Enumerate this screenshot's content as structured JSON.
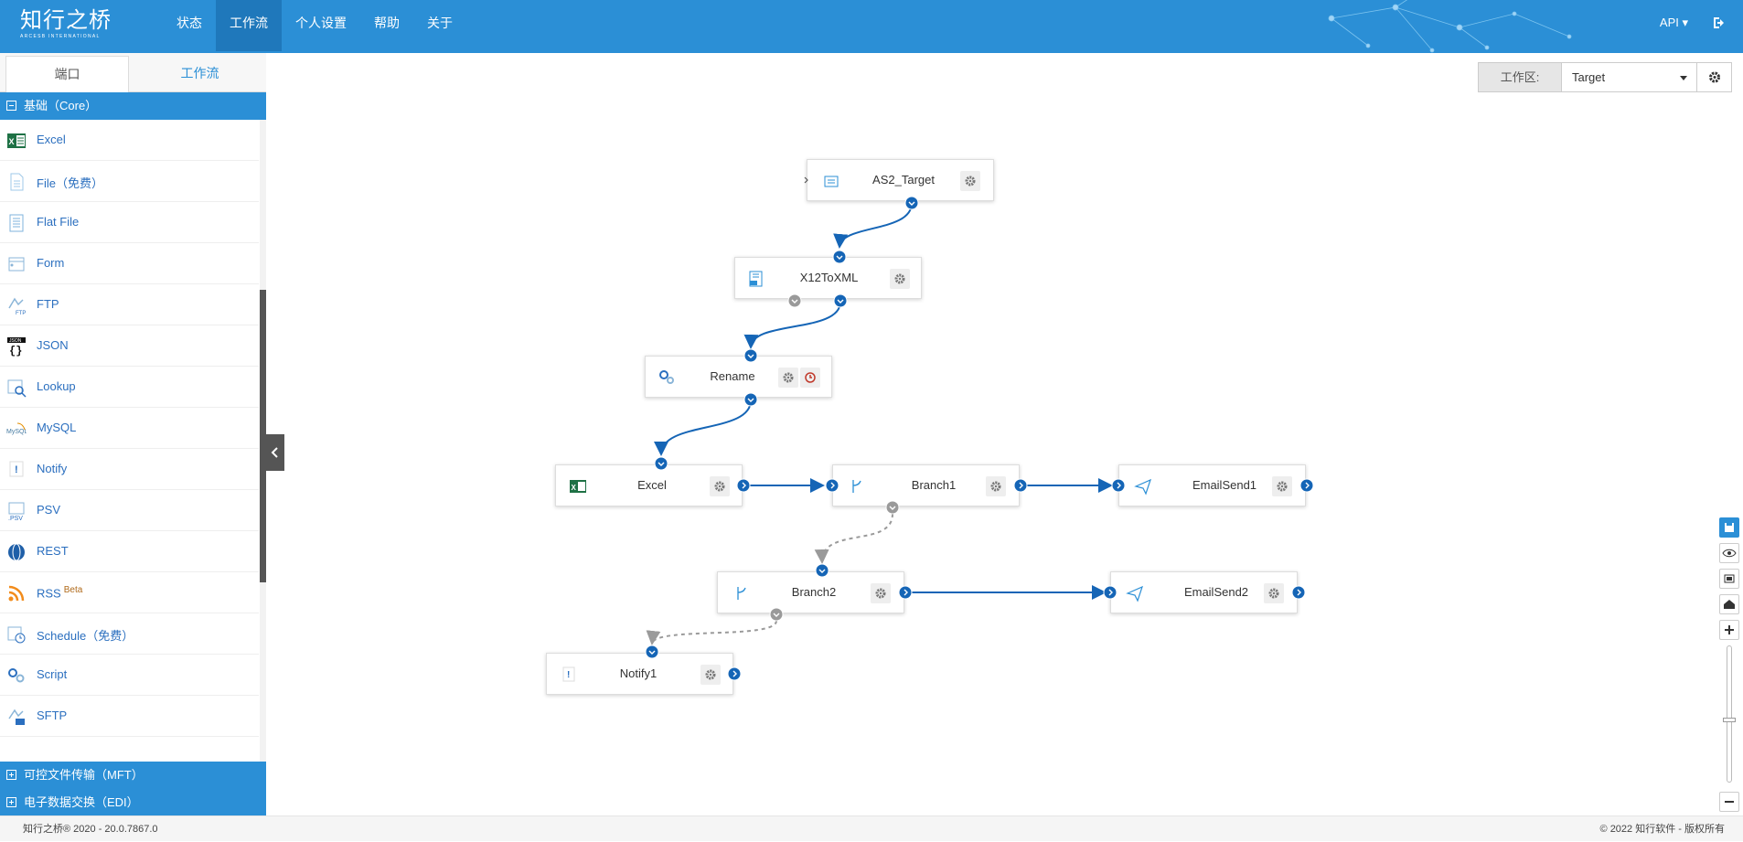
{
  "header": {
    "brand": "知行之桥",
    "brand_sub": "ARCESB INTERNATIONAL",
    "nav": [
      "状态",
      "工作流",
      "个人设置",
      "帮助",
      "关于"
    ],
    "active_nav": "工作流",
    "api_label": "API ▾"
  },
  "sidebar": {
    "tabs": [
      "端口",
      "工作流"
    ],
    "core_category": "基础（Core）",
    "connectors": [
      {
        "label": "Excel",
        "icon": "excel-icon"
      },
      {
        "label": "File（免费）",
        "icon": "file-icon"
      },
      {
        "label": "Flat File",
        "icon": "flat-file-icon"
      },
      {
        "label": "Form",
        "icon": "form-icon"
      },
      {
        "label": "FTP",
        "icon": "ftp-icon"
      },
      {
        "label": "JSON",
        "icon": "json-icon"
      },
      {
        "label": "Lookup",
        "icon": "lookup-icon"
      },
      {
        "label": "MySQL",
        "icon": "mysql-icon"
      },
      {
        "label": "Notify",
        "icon": "notify-icon"
      },
      {
        "label": "PSV",
        "icon": "psv-icon"
      },
      {
        "label": "REST",
        "icon": "rest-icon"
      },
      {
        "label": "RSS",
        "icon": "rss-icon",
        "badge": "Beta"
      },
      {
        "label": "Schedule（免费）",
        "icon": "schedule-icon"
      },
      {
        "label": "Script",
        "icon": "script-icon"
      },
      {
        "label": "SFTP",
        "icon": "sftp-icon"
      }
    ],
    "other_categories": [
      "可控文件传输（MFT）",
      "电子数据交换（EDI）"
    ]
  },
  "workspace": {
    "label": "工作区:",
    "selected": "Target"
  },
  "flow": {
    "nodes": {
      "as2_target": "AS2_Target",
      "x12toxml": "X12ToXML",
      "rename": "Rename",
      "excel": "Excel",
      "branch1": "Branch1",
      "emailsend1": "EmailSend1",
      "branch2": "Branch2",
      "emailsend2": "EmailSend2",
      "notify1": "Notify1"
    }
  },
  "footer": {
    "version": "知行之桥® 2020 - 20.0.7867.0",
    "copyright": "© 2022 知行软件 - 版权所有"
  },
  "colors": {
    "header_blue": "#2b8fd6",
    "active_nav": "#1f78bb",
    "link_blue": "#2b6fbf",
    "connector_line": "#1565b6",
    "branch_line": "#9a9a9a"
  }
}
